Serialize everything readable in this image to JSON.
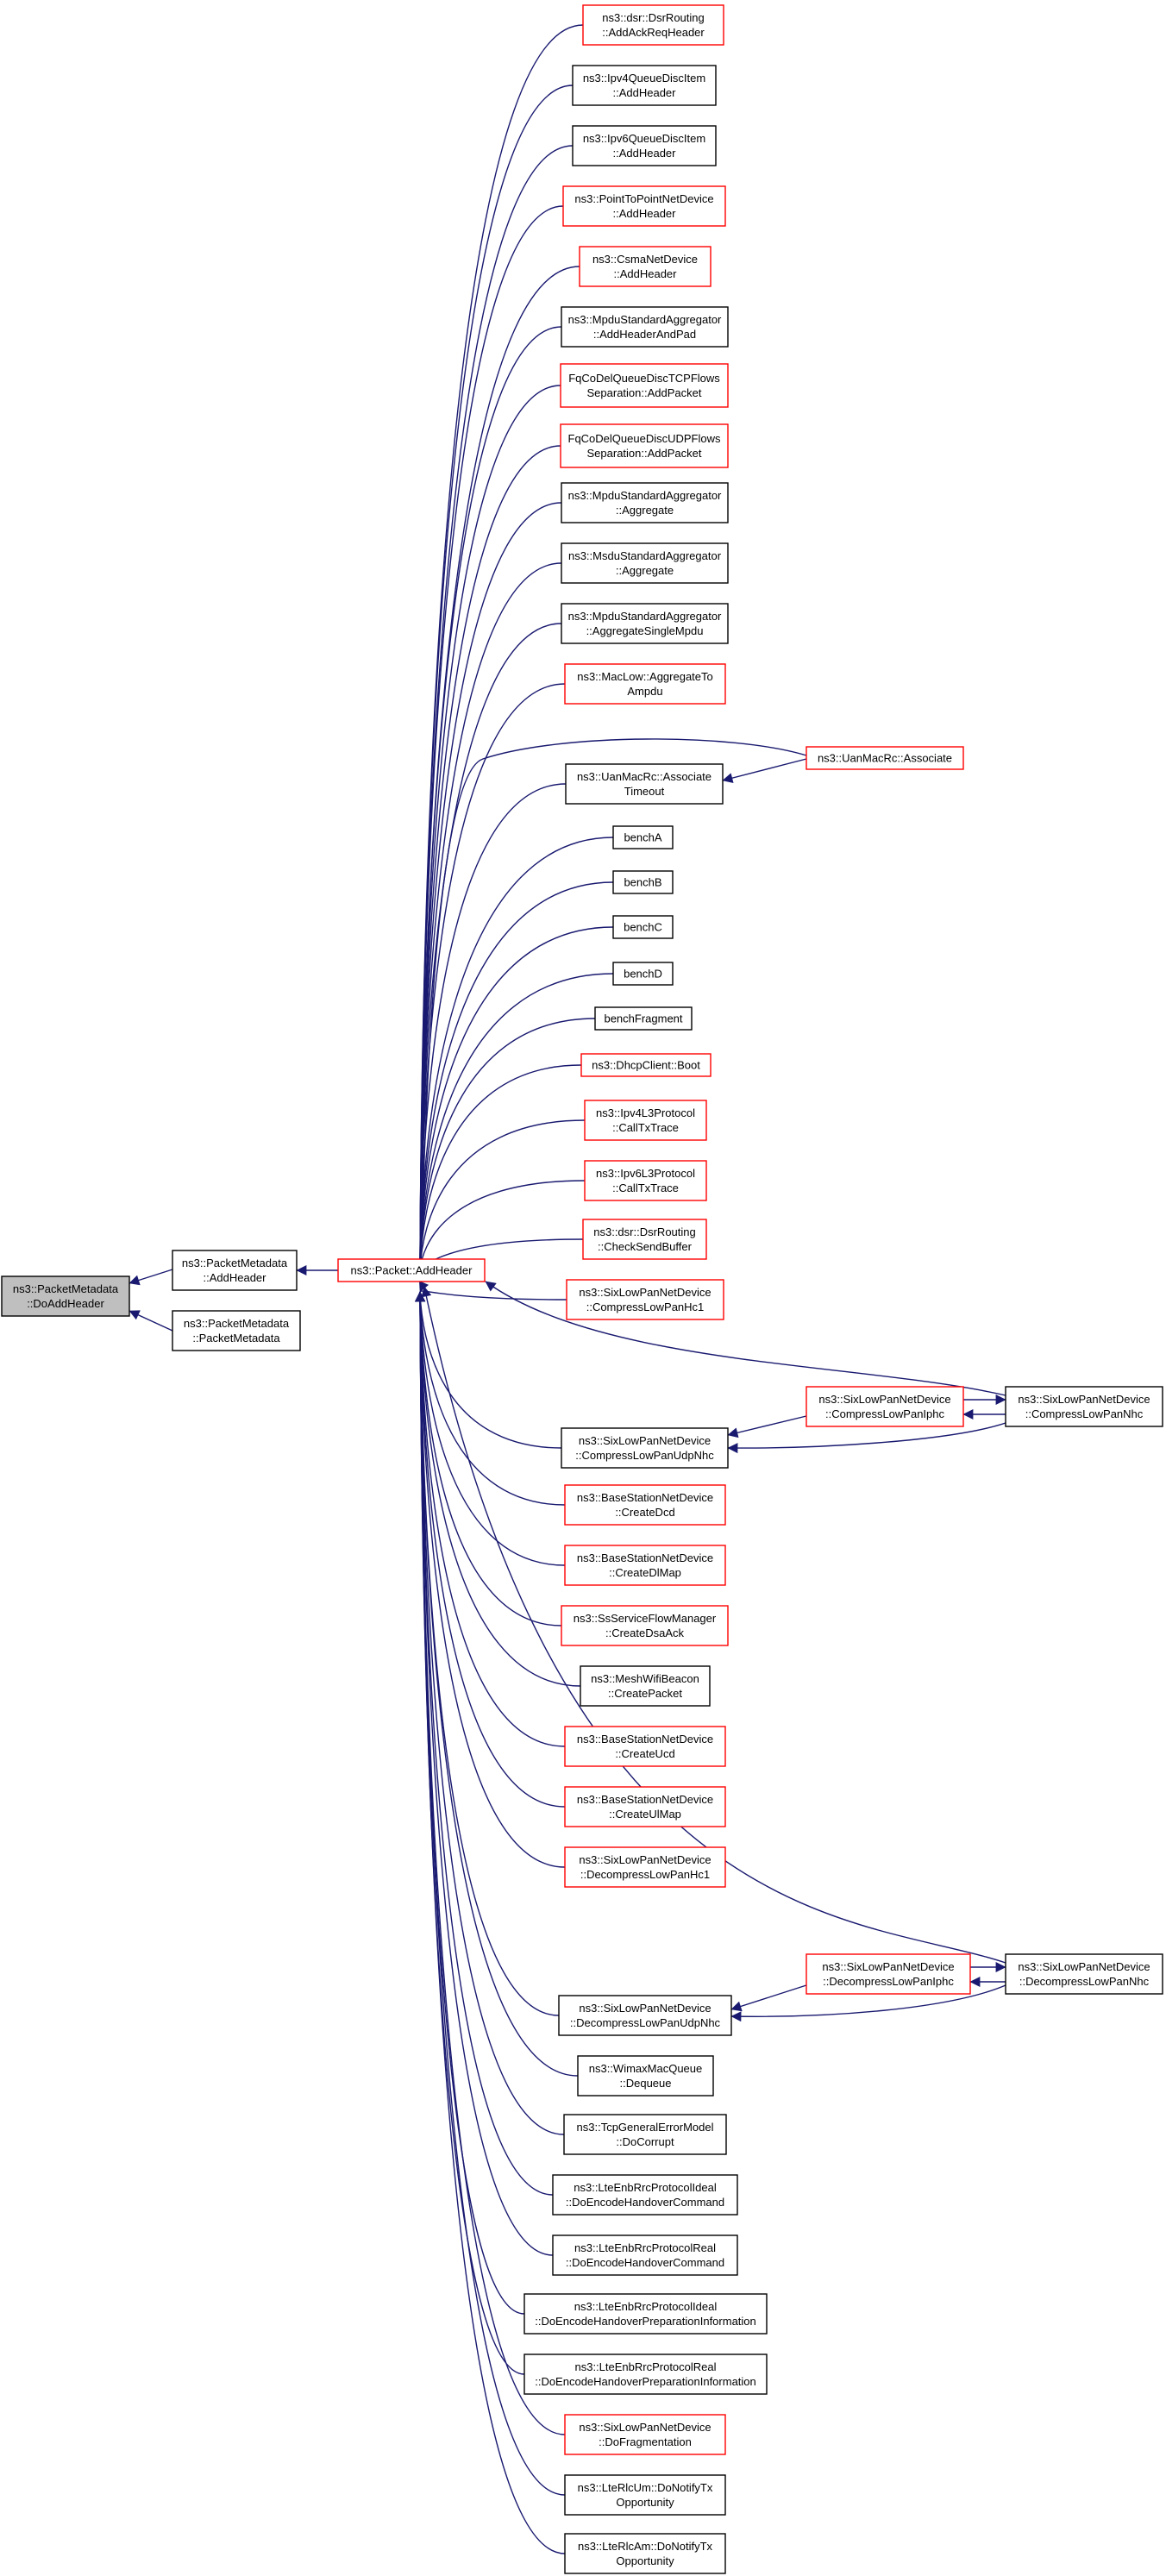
{
  "colors": {
    "edge": "#191970",
    "border_default": "#000000",
    "border_truncated": "#ff0000",
    "root_fill": "#bfbfbf",
    "background": "#ffffff"
  },
  "nodes": [
    {
      "id": "doaddheader",
      "lines": [
        "ns3::PacketMetadata",
        "::DoAddHeader"
      ],
      "border": "root"
    },
    {
      "id": "pm_addheader",
      "lines": [
        "ns3::PacketMetadata",
        "::AddHeader"
      ],
      "border": "black"
    },
    {
      "id": "pm_packetmetadata",
      "lines": [
        "ns3::PacketMetadata",
        "::PacketMetadata"
      ],
      "border": "black"
    },
    {
      "id": "packet_addheader",
      "lines": [
        "ns3::Packet::AddHeader"
      ],
      "border": "red"
    },
    {
      "id": "dsr_addackreq",
      "lines": [
        "ns3::dsr::DsrRouting",
        "::AddAckReqHeader"
      ],
      "border": "red"
    },
    {
      "id": "ipv4qdi",
      "lines": [
        "ns3::Ipv4QueueDiscItem",
        "::AddHeader"
      ],
      "border": "black"
    },
    {
      "id": "ipv6qdi",
      "lines": [
        "ns3::Ipv6QueueDiscItem",
        "::AddHeader"
      ],
      "border": "black"
    },
    {
      "id": "p2p",
      "lines": [
        "ns3::PointToPointNetDevice",
        "::AddHeader"
      ],
      "border": "red"
    },
    {
      "id": "csma",
      "lines": [
        "ns3::CsmaNetDevice",
        "::AddHeader"
      ],
      "border": "red"
    },
    {
      "id": "mpdu_addheaderandpad",
      "lines": [
        "ns3::MpduStandardAggregator",
        "::AddHeaderAndPad"
      ],
      "border": "black"
    },
    {
      "id": "fq_tcp",
      "lines": [
        "FqCoDelQueueDiscTCPFlows",
        "Separation::AddPacket"
      ],
      "border": "red"
    },
    {
      "id": "fq_udp",
      "lines": [
        "FqCoDelQueueDiscUDPFlows",
        "Separation::AddPacket"
      ],
      "border": "red"
    },
    {
      "id": "mpdu_aggregate",
      "lines": [
        "ns3::MpduStandardAggregator",
        "::Aggregate"
      ],
      "border": "black"
    },
    {
      "id": "msdu_aggregate",
      "lines": [
        "ns3::MsduStandardAggregator",
        "::Aggregate"
      ],
      "border": "black"
    },
    {
      "id": "mpdu_single",
      "lines": [
        "ns3::MpduStandardAggregator",
        "::AggregateSingleMpdu"
      ],
      "border": "black"
    },
    {
      "id": "maclow",
      "lines": [
        "ns3::MacLow::AggregateTo",
        "Ampdu"
      ],
      "border": "red"
    },
    {
      "id": "uan_timeout",
      "lines": [
        "ns3::UanMacRc::Associate",
        "Timeout"
      ],
      "border": "black"
    },
    {
      "id": "uan_associate",
      "lines": [
        "ns3::UanMacRc::Associate"
      ],
      "border": "red"
    },
    {
      "id": "bencha",
      "lines": [
        "benchA"
      ],
      "border": "black"
    },
    {
      "id": "benchb",
      "lines": [
        "benchB"
      ],
      "border": "black"
    },
    {
      "id": "benchc",
      "lines": [
        "benchC"
      ],
      "border": "black"
    },
    {
      "id": "benchd",
      "lines": [
        "benchD"
      ],
      "border": "black"
    },
    {
      "id": "benchfragment",
      "lines": [
        "benchFragment"
      ],
      "border": "black"
    },
    {
      "id": "dhcp",
      "lines": [
        "ns3::DhcpClient::Boot"
      ],
      "border": "red"
    },
    {
      "id": "ipv4l3",
      "lines": [
        "ns3::Ipv4L3Protocol",
        "::CallTxTrace"
      ],
      "border": "red"
    },
    {
      "id": "ipv6l3",
      "lines": [
        "ns3::Ipv6L3Protocol",
        "::CallTxTrace"
      ],
      "border": "red"
    },
    {
      "id": "dsr_checksend",
      "lines": [
        "ns3::dsr::DsrRouting",
        "::CheckSendBuffer"
      ],
      "border": "red"
    },
    {
      "id": "six_hc1",
      "lines": [
        "ns3::SixLowPanNetDevice",
        "::CompressLowPanHc1"
      ],
      "border": "red"
    },
    {
      "id": "six_iphc",
      "lines": [
        "ns3::SixLowPanNetDevice",
        "::CompressLowPanIphc"
      ],
      "border": "red"
    },
    {
      "id": "six_nhc",
      "lines": [
        "ns3::SixLowPanNetDevice",
        "::CompressLowPanNhc"
      ],
      "border": "black"
    },
    {
      "id": "six_udpnhc",
      "lines": [
        "ns3::SixLowPanNetDevice",
        "::CompressLowPanUdpNhc"
      ],
      "border": "black"
    },
    {
      "id": "bs_dcd",
      "lines": [
        "ns3::BaseStationNetDevice",
        "::CreateDcd"
      ],
      "border": "red"
    },
    {
      "id": "bs_dlmap",
      "lines": [
        "ns3::BaseStationNetDevice",
        "::CreateDlMap"
      ],
      "border": "red"
    },
    {
      "id": "ss_dsaack",
      "lines": [
        "ns3::SsServiceFlowManager",
        "::CreateDsaAck"
      ],
      "border": "red"
    },
    {
      "id": "meshwifi",
      "lines": [
        "ns3::MeshWifiBeacon",
        "::CreatePacket"
      ],
      "border": "black"
    },
    {
      "id": "bs_ucd",
      "lines": [
        "ns3::BaseStationNetDevice",
        "::CreateUcd"
      ],
      "border": "red"
    },
    {
      "id": "bs_ulmap",
      "lines": [
        "ns3::BaseStationNetDevice",
        "::CreateUlMap"
      ],
      "border": "red"
    },
    {
      "id": "six_dhc1",
      "lines": [
        "ns3::SixLowPanNetDevice",
        "::DecompressLowPanHc1"
      ],
      "border": "red"
    },
    {
      "id": "six_diphc",
      "lines": [
        "ns3::SixLowPanNetDevice",
        "::DecompressLowPanIphc"
      ],
      "border": "red"
    },
    {
      "id": "six_dnhc",
      "lines": [
        "ns3::SixLowPanNetDevice",
        "::DecompressLowPanNhc"
      ],
      "border": "black"
    },
    {
      "id": "six_dudpnhc",
      "lines": [
        "ns3::SixLowPanNetDevice",
        "::DecompressLowPanUdpNhc"
      ],
      "border": "black"
    },
    {
      "id": "wimax_dequeue",
      "lines": [
        "ns3::WimaxMacQueue",
        "::Dequeue"
      ],
      "border": "black"
    },
    {
      "id": "tcp_docorrupt",
      "lines": [
        "ns3::TcpGeneralErrorModel",
        "::DoCorrupt"
      ],
      "border": "black"
    },
    {
      "id": "lte_ideal_hc",
      "lines": [
        "ns3::LteEnbRrcProtocolIdeal",
        "::DoEncodeHandoverCommand"
      ],
      "border": "black"
    },
    {
      "id": "lte_real_hc",
      "lines": [
        "ns3::LteEnbRrcProtocolReal",
        "::DoEncodeHandoverCommand"
      ],
      "border": "black"
    },
    {
      "id": "lte_ideal_hpi",
      "lines": [
        "ns3::LteEnbRrcProtocolIdeal",
        "::DoEncodeHandoverPreparationInformation"
      ],
      "border": "black"
    },
    {
      "id": "lte_real_hpi",
      "lines": [
        "ns3::LteEnbRrcProtocolReal",
        "::DoEncodeHandoverPreparationInformation"
      ],
      "border": "black"
    },
    {
      "id": "six_frag",
      "lines": [
        "ns3::SixLowPanNetDevice",
        "::DoFragmentation"
      ],
      "border": "red"
    },
    {
      "id": "rlcum",
      "lines": [
        "ns3::LteRlcUm::DoNotifyTx",
        "Opportunity"
      ],
      "border": "black"
    },
    {
      "id": "rlcam",
      "lines": [
        "ns3::LteRlcAm::DoNotifyTx",
        "Opportunity"
      ],
      "border": "black"
    }
  ]
}
